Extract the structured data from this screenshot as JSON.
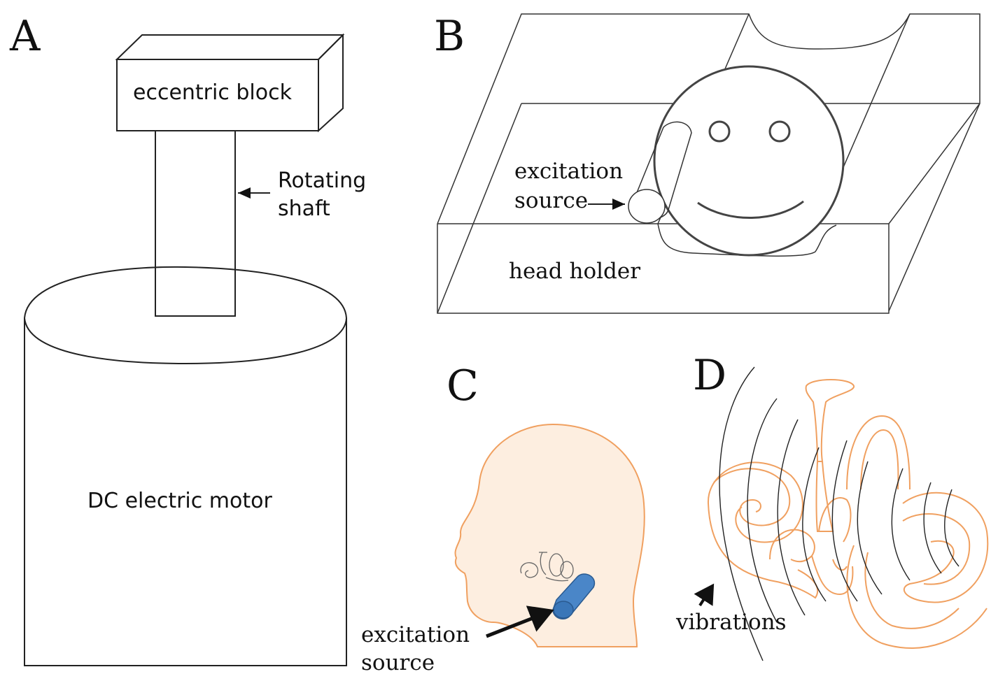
{
  "panels": {
    "a": {
      "letter": "A",
      "block_label": "eccentric block",
      "shaft_label_line1": "Rotating",
      "shaft_label_line2": "shaft",
      "motor_label": "DC electric motor"
    },
    "b": {
      "letter": "B",
      "source_label_line1": "excitation",
      "source_label_line2": "source",
      "holder_label": "head holder"
    },
    "c": {
      "letter": "C",
      "source_label_line1": "excitation",
      "source_label_line2": "source"
    },
    "d": {
      "letter": "D",
      "vibrations_label": "vibrations"
    }
  },
  "colors": {
    "line": "#222222",
    "skin_fill": "#fdeee0",
    "skin_stroke": "#f0a060",
    "excitation_source": "#4a86c8"
  }
}
